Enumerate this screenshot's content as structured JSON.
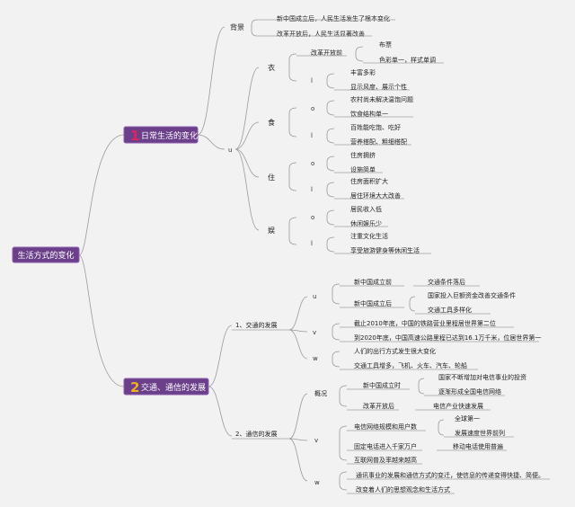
{
  "root": {
    "label": "生活方式的变化"
  },
  "branch1": {
    "number": "1",
    "label": "日常生活的变化",
    "background": {
      "label": "背景",
      "items": [
        "新中国成立后，人民生活发生了根本变化",
        "改革开放后，人民生活显著改善"
      ]
    },
    "marker": "u",
    "clothing": {
      "label": "衣",
      "before_label": "改革开放前",
      "before_items": [
        "布票",
        "色彩单一，样式单调"
      ],
      "after_marker": "l",
      "after_items": [
        "丰富多彩",
        "显示风度、展示个性"
      ]
    },
    "food": {
      "label": "食",
      "m1": "o",
      "items1": [
        "农村尚未解决温饱问题",
        "饮食结构单一"
      ],
      "m2": "l",
      "items2": [
        "百姓能吃饱、吃好",
        "营养搭配、粗细搭配"
      ]
    },
    "housing": {
      "label": "住",
      "m1": "o",
      "items1": [
        "住房拥挤",
        "设施简单"
      ],
      "m2": "l",
      "items2": [
        "住房面积扩大",
        "居住环境大大改善"
      ]
    },
    "leisure": {
      "label": "娱",
      "m1": "o",
      "items1": [
        "居民收入低",
        "休闲娱乐少"
      ],
      "m2": "l",
      "items2": [
        "注重文化生活",
        "享受旅游健身等休闲生活"
      ]
    }
  },
  "branch2": {
    "number": "2",
    "label": "交通、通信的发展",
    "transport": {
      "label": "1、交通的发展",
      "m_u": "u",
      "founding_label": "新中国成立前",
      "founding_item": "交通条件落后",
      "after_label": "新中国成立后",
      "after_items": [
        "国家投入巨额资金改善交通条件",
        "交通工具多样化"
      ],
      "m_v": "v",
      "stats": [
        "截止2010年底，中国的铁路营业里程居世界第二位",
        "到2020年底，中国高速公路里程已达到16.1万千米，位居世界第一"
      ],
      "m_w": "w",
      "changes": [
        "人们的出行方式发生很大变化",
        "交通工具增多，飞机、火车、汽车、轮船"
      ]
    },
    "communication": {
      "label": "2、通信的发展",
      "overview_label": "概况",
      "founding_label": "新中国成立时",
      "founding_items": [
        "国家不断增加对电信事业的投资",
        "逐渐形成全国电信网络"
      ],
      "reform_label": "改革开放后",
      "reform_item": "电信产业快速发展",
      "m_v": "v",
      "network_label": "电信网络规模和用户数",
      "network_items": [
        "全球第一",
        "发展速度世界前列"
      ],
      "phone_label": "固定电话进入千家万户",
      "phone_item": "移动电话使用普遍",
      "internet_label": "互联网普及率越来越高",
      "m_w": "w",
      "impacts": [
        "通讯事业的发展和通信方式的变迁，使信息的传递变得快捷、简便。",
        "改变着人们的思想观念和生活方式"
      ]
    }
  },
  "colors": {
    "node_fill": "#6b3f8a",
    "node_border": "#8e5fb0",
    "number": "#e0245e",
    "number2": "#f0b020",
    "line": "#9a9a9a"
  }
}
